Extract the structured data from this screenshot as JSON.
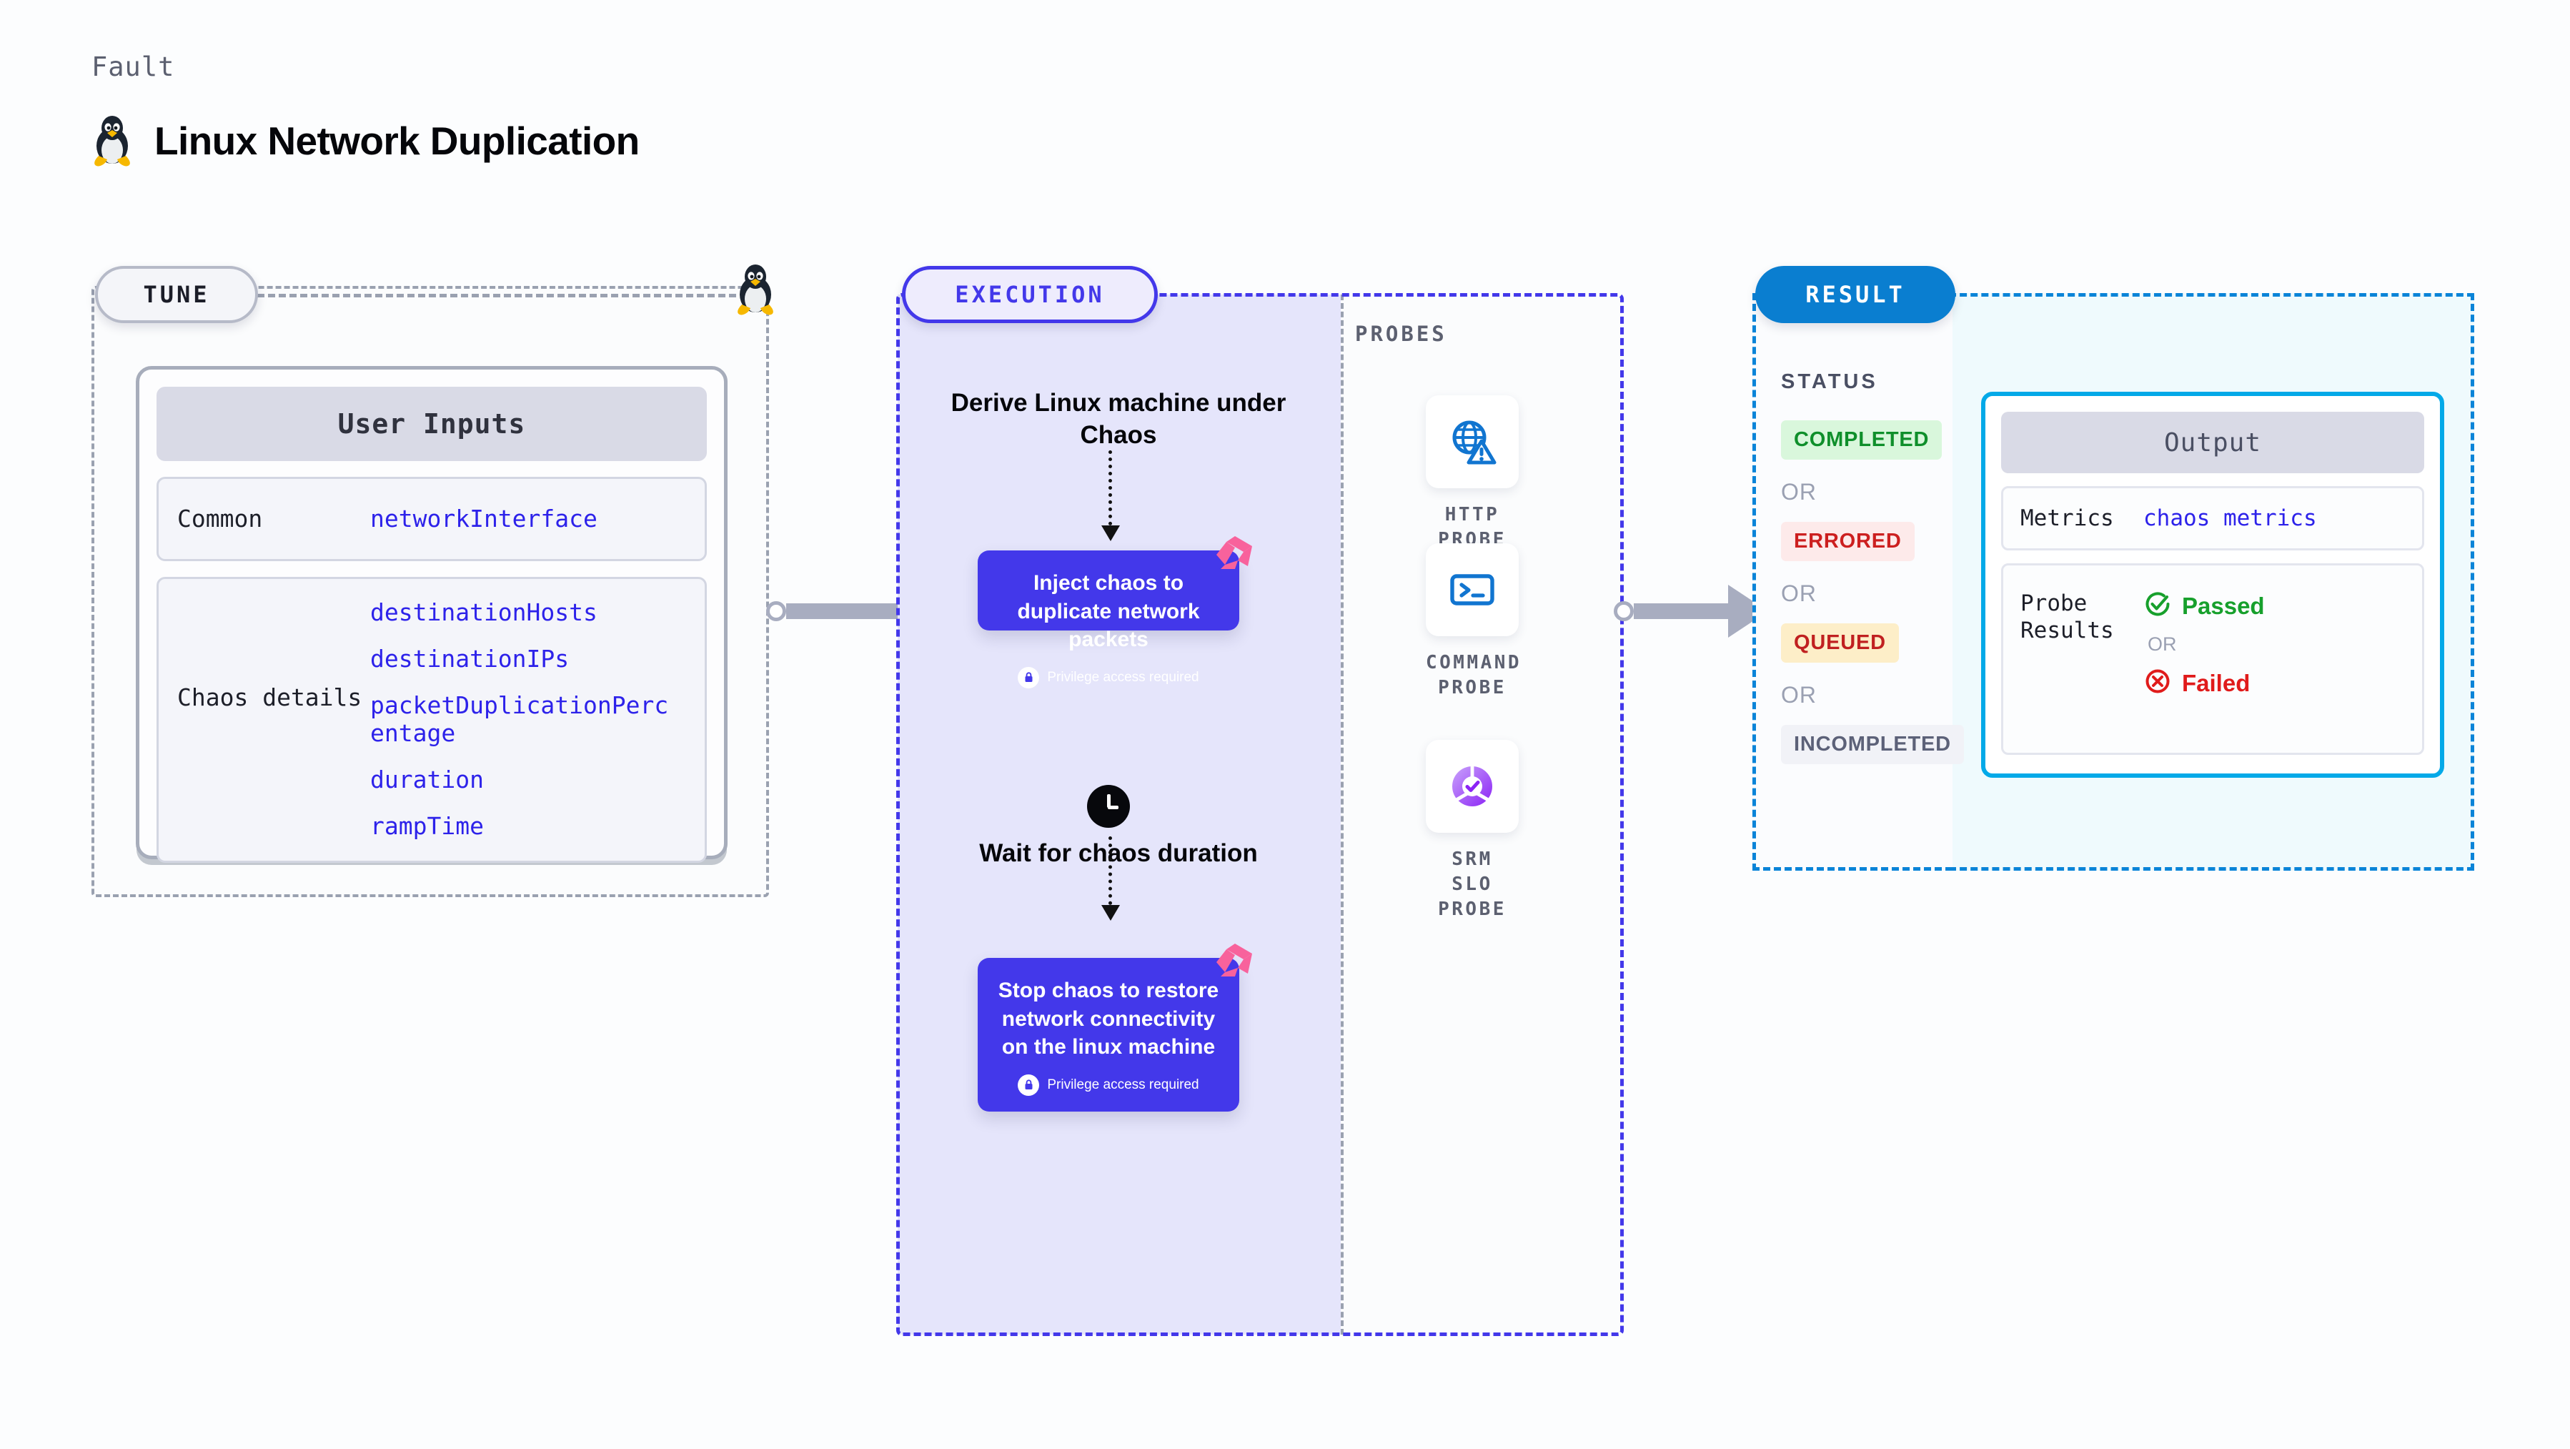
{
  "header": {
    "kicker": "Fault",
    "title": "Linux Network Duplication",
    "icon": "tux-penguin-icon"
  },
  "tune": {
    "tag": "TUNE",
    "card_title": "User Inputs",
    "rows": [
      {
        "label": "Common",
        "values": [
          "networkInterface"
        ]
      },
      {
        "label": "Chaos details",
        "values": [
          "destinationHosts",
          "destinationIPs",
          "packetDuplicationPercentage",
          "duration",
          "rampTime"
        ]
      }
    ]
  },
  "execution": {
    "tag": "EXECUTION",
    "steps": [
      {
        "kind": "text",
        "label": "Derive Linux machine under Chaos"
      },
      {
        "kind": "chaos-box",
        "label": "Inject chaos to duplicate network packets",
        "privilege": "Privilege access required",
        "badge": "litmus-logo-icon"
      },
      {
        "kind": "clock",
        "label": "Wait for chaos duration"
      },
      {
        "kind": "chaos-box",
        "label": "Stop chaos to restore network connectivity on the linux machine",
        "privilege": "Privilege access required",
        "badge": "litmus-logo-icon"
      }
    ]
  },
  "probes": {
    "label": "PROBES",
    "items": [
      {
        "name": "HTTP PROBE",
        "icon": "globe-warning-icon"
      },
      {
        "name": "COMMAND PROBE",
        "icon": "terminal-icon"
      },
      {
        "name": "SRM SLO PROBE",
        "icon": "slo-donut-check-icon"
      }
    ]
  },
  "result": {
    "tag": "RESULT",
    "status_label": "STATUS",
    "or_label": "OR",
    "statuses": [
      {
        "label": "COMPLETED",
        "bg": "#d9f7dc",
        "fg": "#0f8f2b"
      },
      {
        "label": "ERRORED",
        "bg": "#fdeaea",
        "fg": "#cc1f1f"
      },
      {
        "label": "QUEUED",
        "bg": "#fdeec8",
        "fg": "#c02020"
      },
      {
        "label": "INCOMPLETED",
        "bg": "#f1f2f7",
        "fg": "#5c6178"
      }
    ],
    "output": {
      "title": "Output",
      "metrics_label": "Metrics",
      "metrics_value": "chaos metrics",
      "probe_results_label": "Probe Results",
      "passed": "Passed",
      "or_label": "OR",
      "failed": "Failed"
    }
  },
  "colors": {
    "accent_purple": "#4338ea",
    "accent_blue": "#0a7ed0",
    "output_border": "#03a9e8",
    "mono_value": "#2d22ea",
    "connector": "#a8adc0",
    "litmus_pink": "#f8629c"
  }
}
